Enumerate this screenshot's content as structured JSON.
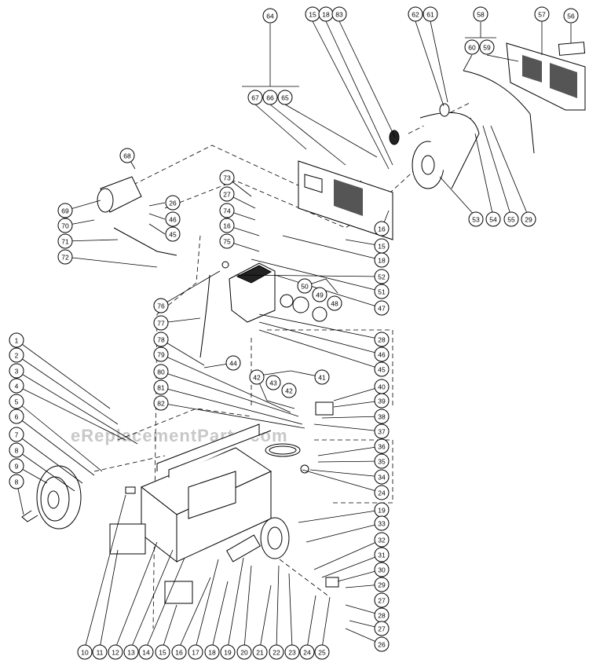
{
  "watermark": "eReplacementParts.com",
  "callout_labels": {
    "c1": "1",
    "c2": "2",
    "c3": "3",
    "c4": "4",
    "c5": "5",
    "c6": "6",
    "c7": "7",
    "c8a": "8",
    "c9": "9",
    "c8b": "8",
    "b10": "10",
    "b11": "11",
    "b12": "12",
    "b13": "13",
    "b14": "14",
    "b15": "15",
    "b16": "16",
    "b17": "17",
    "b18": "18",
    "b19": "19",
    "b20": "20",
    "b21": "21",
    "b22": "22",
    "b23": "23",
    "b24": "24",
    "b25": "25",
    "r19": "19",
    "r33": "33",
    "r32": "32",
    "r31": "31",
    "r30": "30",
    "r29": "29",
    "r27a": "27",
    "r28": "28",
    "r27b": "27",
    "r26": "26",
    "r40": "40",
    "r39": "39",
    "r38": "38",
    "r37": "37",
    "r36": "36",
    "r35": "35",
    "r34": "34",
    "r24": "24",
    "m41": "41",
    "m42a": "42",
    "m43": "43",
    "m42b": "42",
    "m44": "44",
    "m78": "78",
    "m79": "79",
    "m80": "80",
    "m81": "81",
    "m82": "82",
    "m76": "76",
    "m77": "77",
    "m28": "28",
    "m46": "46",
    "m45": "45",
    "m50": "50",
    "m49": "49",
    "m48": "48",
    "m47": "47",
    "m51": "51",
    "m52": "52",
    "m18": "18",
    "m15": "15",
    "m16": "16",
    "m73": "73",
    "m27": "27",
    "m74": "74",
    "m16b": "16",
    "m75": "75",
    "l68": "68",
    "l69": "69",
    "l70": "70",
    "l71": "71",
    "l72": "72",
    "l26": "26",
    "l46": "46",
    "l45": "45",
    "t64": "64",
    "t67": "67",
    "t66": "66",
    "t65": "65",
    "t15": "15",
    "t18": "18",
    "t83": "83",
    "t62": "62",
    "t61": "61",
    "t58": "58",
    "t60": "60",
    "t59": "59",
    "t57": "57",
    "t56": "56",
    "t53": "53",
    "t54": "54",
    "t55": "55",
    "t29": "29"
  }
}
